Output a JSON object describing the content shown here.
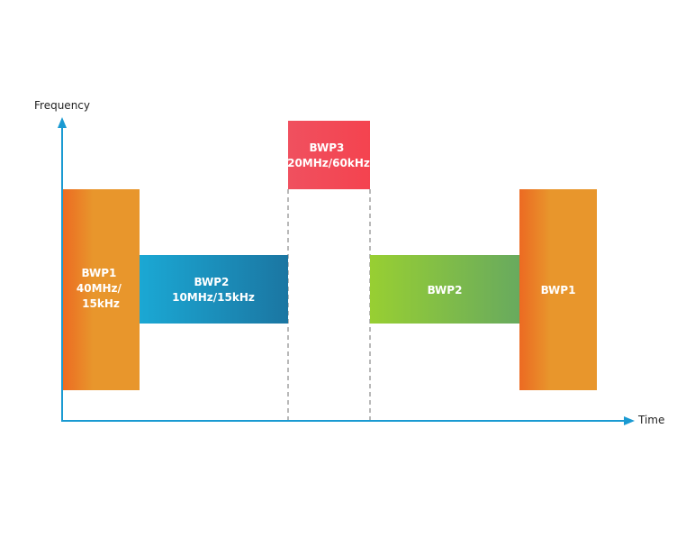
{
  "axes": {
    "y_label": "Frequency",
    "x_label": "Time",
    "color": "#1a9ad2"
  },
  "blocks": [
    {
      "id": "bwp1-left",
      "lines": [
        "BWP1",
        "40MHz/",
        "15kHz"
      ],
      "gradient": [
        "#ec6a22",
        "#e8962c",
        "#e8962c"
      ]
    },
    {
      "id": "bwp2-left",
      "lines": [
        "BWP2",
        "10MHz/15kHz"
      ],
      "gradient": [
        "#1ba8d4",
        "#1b76a2"
      ]
    },
    {
      "id": "bwp3",
      "lines": [
        "BWP3",
        "20MHz/60kHz"
      ],
      "gradient": [
        "#f0505f",
        "#f4434f"
      ]
    },
    {
      "id": "bwp2-right",
      "lines": [
        "BWP2"
      ],
      "gradient": [
        "#98cf32",
        "#68aa5e"
      ]
    },
    {
      "id": "bwp1-right",
      "lines": [
        "BWP1"
      ],
      "gradient": [
        "#ec6a22",
        "#e8962c",
        "#e8962c"
      ]
    }
  ],
  "dashed_line_color": "#8a8a8a"
}
